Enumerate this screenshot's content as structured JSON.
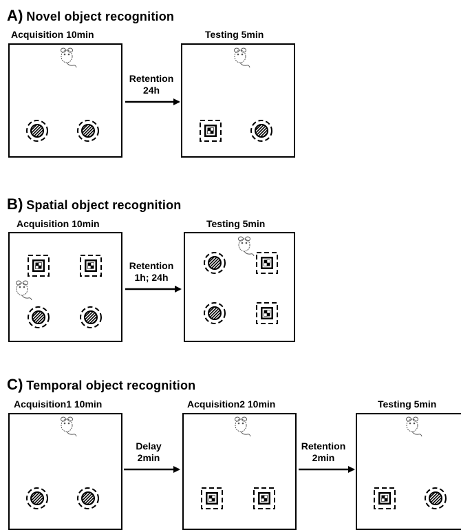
{
  "sections": [
    {
      "id": "novel",
      "letter": "A)",
      "title": "Novel object recognition",
      "phases": [
        {
          "label": "Acquisition 10min",
          "objects": [
            "striped-circle",
            "striped-circle"
          ],
          "mouse": "mouse"
        },
        {
          "label": "Testing 5min",
          "objects": [
            "checker-square",
            "striped-circle"
          ],
          "mouse": "mouse"
        }
      ],
      "arrows": [
        {
          "line1": "Retention",
          "line2": "24h"
        }
      ]
    },
    {
      "id": "spatial",
      "letter": "B)",
      "title": "Spatial object recognition",
      "phases": [
        {
          "label": "Acquisition 10min",
          "objects": [
            "checker-square",
            "checker-square",
            "striped-circle",
            "striped-circle"
          ],
          "mouse": "mouse"
        },
        {
          "label": "Testing 5min",
          "objects": [
            "striped-circle",
            "checker-square",
            "striped-circle",
            "checker-square"
          ],
          "mouse": "mouse"
        }
      ],
      "arrows": [
        {
          "line1": "Retention",
          "line2": "1h; 24h"
        }
      ]
    },
    {
      "id": "temporal",
      "letter": "C)",
      "title": "Temporal object recognition",
      "phases": [
        {
          "label": "Acquisition1 10min",
          "objects": [
            "striped-circle",
            "striped-circle"
          ],
          "mouse": "mouse"
        },
        {
          "label": "Acquisition2 10min",
          "objects": [
            "checker-square",
            "checker-square"
          ],
          "mouse": "mouse"
        },
        {
          "label": "Testing 5min",
          "objects": [
            "checker-square",
            "striped-circle"
          ],
          "mouse": "mouse"
        }
      ],
      "arrows": [
        {
          "line1": "Delay",
          "line2": "2min"
        },
        {
          "line1": "Retention",
          "line2": "2min"
        }
      ]
    }
  ]
}
